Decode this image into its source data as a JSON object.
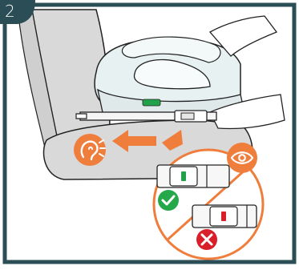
{
  "step": {
    "number": "2"
  },
  "colors": {
    "frame": "#2b4d55",
    "seat": "#d9d9d9",
    "seat_outline": "#222222",
    "booster": "#e8f1f1",
    "accent_orange": "#ef7d3c",
    "ok_green": "#25a84a",
    "error_red": "#d81f2a",
    "indicator_green": "#21a24a",
    "indicator_red": "#d81f2a",
    "background": "#ffffff"
  },
  "icons": {
    "hearing": "ear-icon",
    "visual_check": "eye-icon",
    "correct": "checkmark-icon",
    "incorrect": "cross-icon",
    "direction": "arrow-left-icon"
  },
  "indicators": {
    "correct_state": "green",
    "incorrect_state": "red"
  }
}
